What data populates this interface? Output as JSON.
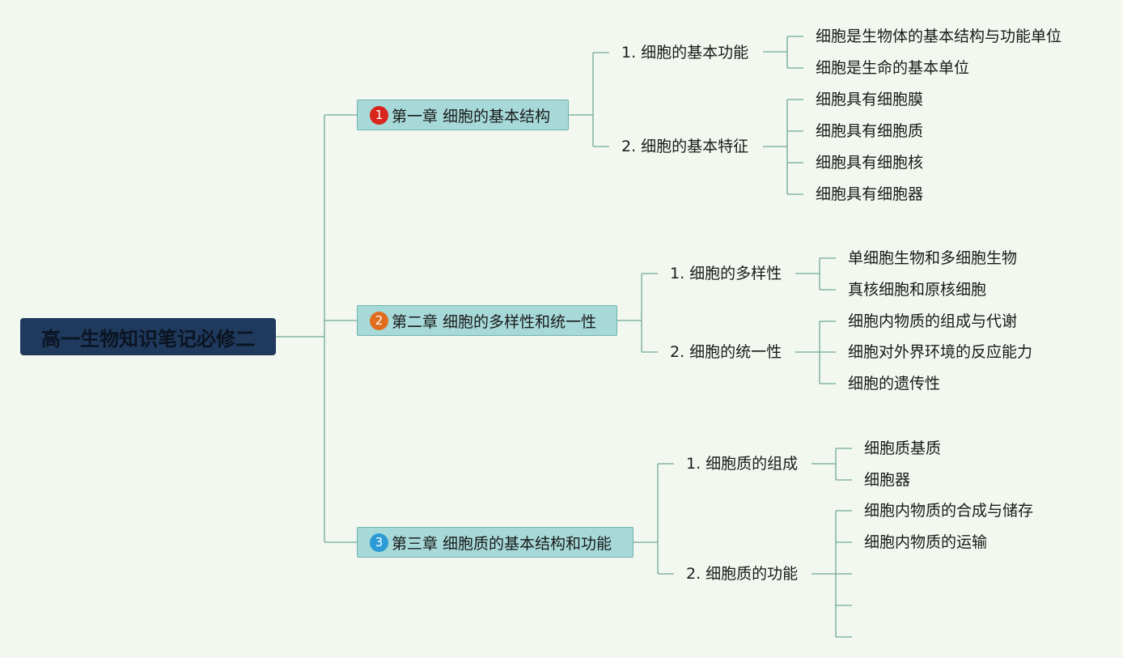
{
  "root": {
    "label": "高一生物知识笔记必修二"
  },
  "chapters": [
    {
      "number": "1",
      "label": "第一章 细胞的基本结构",
      "marker_color": "#d8261c",
      "sections": [
        {
          "label": "1. 细胞的基本功能",
          "items": [
            "细胞是生物体的基本结构与功能单位",
            "细胞是生命的基本单位"
          ]
        },
        {
          "label": "2. 细胞的基本特征",
          "items": [
            "细胞具有细胞膜",
            "细胞具有细胞质",
            "细胞具有细胞核",
            "细胞具有细胞器"
          ]
        }
      ]
    },
    {
      "number": "2",
      "label": "第二章 细胞的多样性和统一性",
      "marker_color": "#e06d1e",
      "sections": [
        {
          "label": "1. 细胞的多样性",
          "items": [
            "单细胞生物和多细胞生物",
            "真核细胞和原核细胞"
          ]
        },
        {
          "label": "2. 细胞的统一性",
          "items": [
            "细胞内物质的组成与代谢",
            "细胞对外界环境的反应能力",
            "细胞的遗传性"
          ]
        }
      ]
    },
    {
      "number": "3",
      "label": "第三章 细胞质的基本结构和功能",
      "marker_color": "#2b9ad6",
      "sections": [
        {
          "label": "1. 细胞质的组成",
          "items": [
            "细胞质基质",
            "细胞器"
          ]
        },
        {
          "label": "2. 细胞质的功能",
          "items": [
            "细胞内物质的合成与储存",
            "细胞内物质的运输",
            "",
            "",
            ""
          ]
        }
      ]
    }
  ]
}
